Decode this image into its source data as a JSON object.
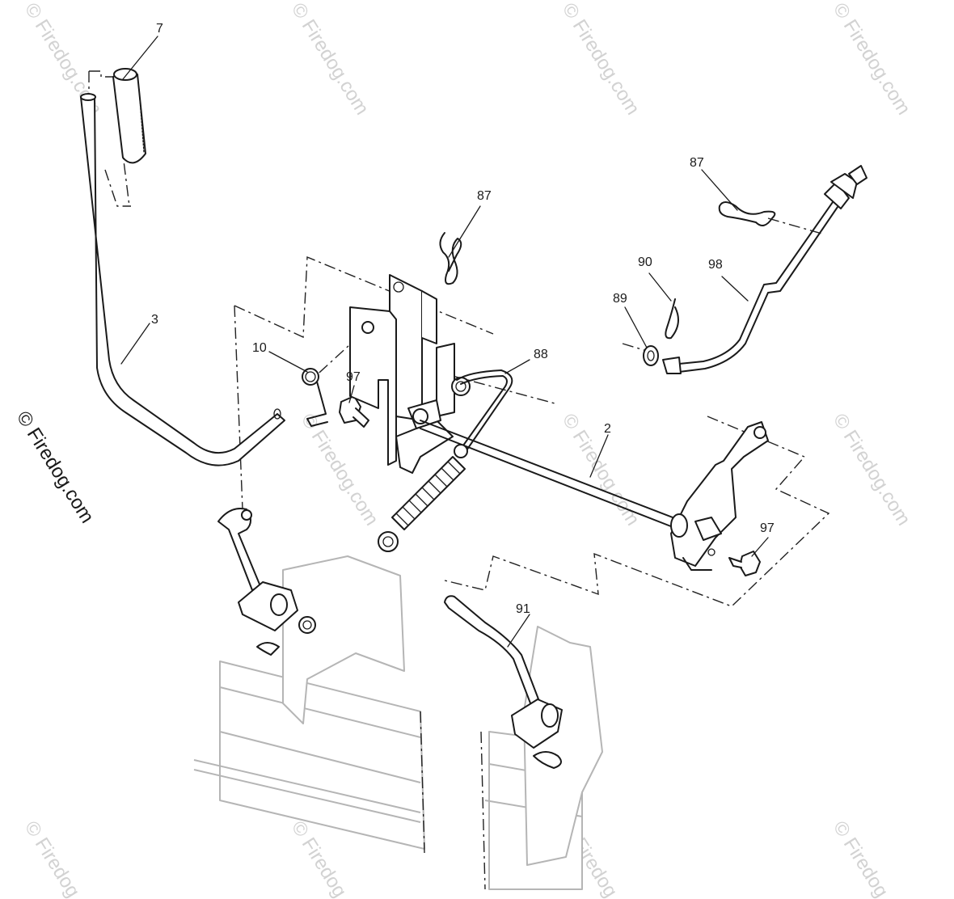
{
  "watermark": {
    "text": "© Firedog.com",
    "main_text": "© Firedog.com"
  },
  "callouts": [
    {
      "id": "7"
    },
    {
      "id": "3"
    },
    {
      "id": "87"
    },
    {
      "id": "10"
    },
    {
      "id": "97"
    },
    {
      "id": "88"
    },
    {
      "id": "2"
    },
    {
      "id": "90"
    },
    {
      "id": "98"
    },
    {
      "id": "89"
    },
    {
      "id": "87"
    },
    {
      "id": "97"
    },
    {
      "id": "91"
    }
  ]
}
